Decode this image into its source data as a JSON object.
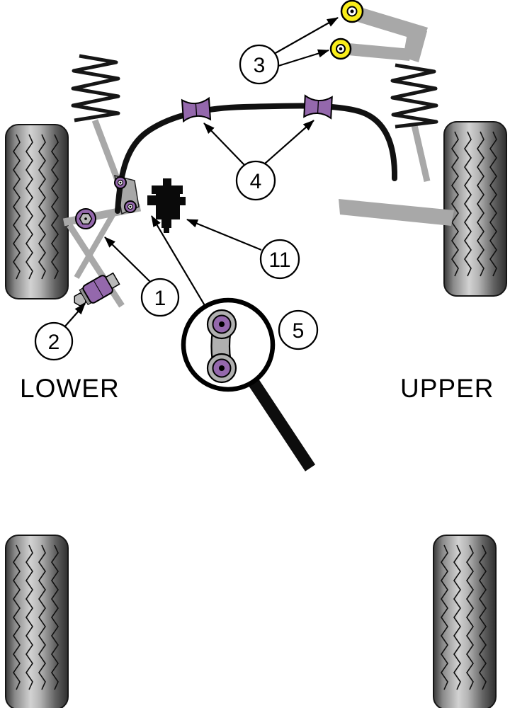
{
  "diagram": {
    "labels": {
      "lower": "LOWER",
      "upper": "UPPER"
    },
    "callouts": [
      {
        "id": "callout-3",
        "label": "3"
      },
      {
        "id": "callout-4",
        "label": "4"
      },
      {
        "id": "callout-11",
        "label": "11"
      },
      {
        "id": "callout-1",
        "label": "1"
      },
      {
        "id": "callout-2",
        "label": "2"
      },
      {
        "id": "callout-5",
        "label": "5"
      }
    ],
    "colors": {
      "bush_purple": "#9468ac",
      "bush_yellow": "#f9ed1b",
      "metal_gray": "#a8a8a8",
      "outline_black": "#000000",
      "background": "#ffffff"
    }
  }
}
